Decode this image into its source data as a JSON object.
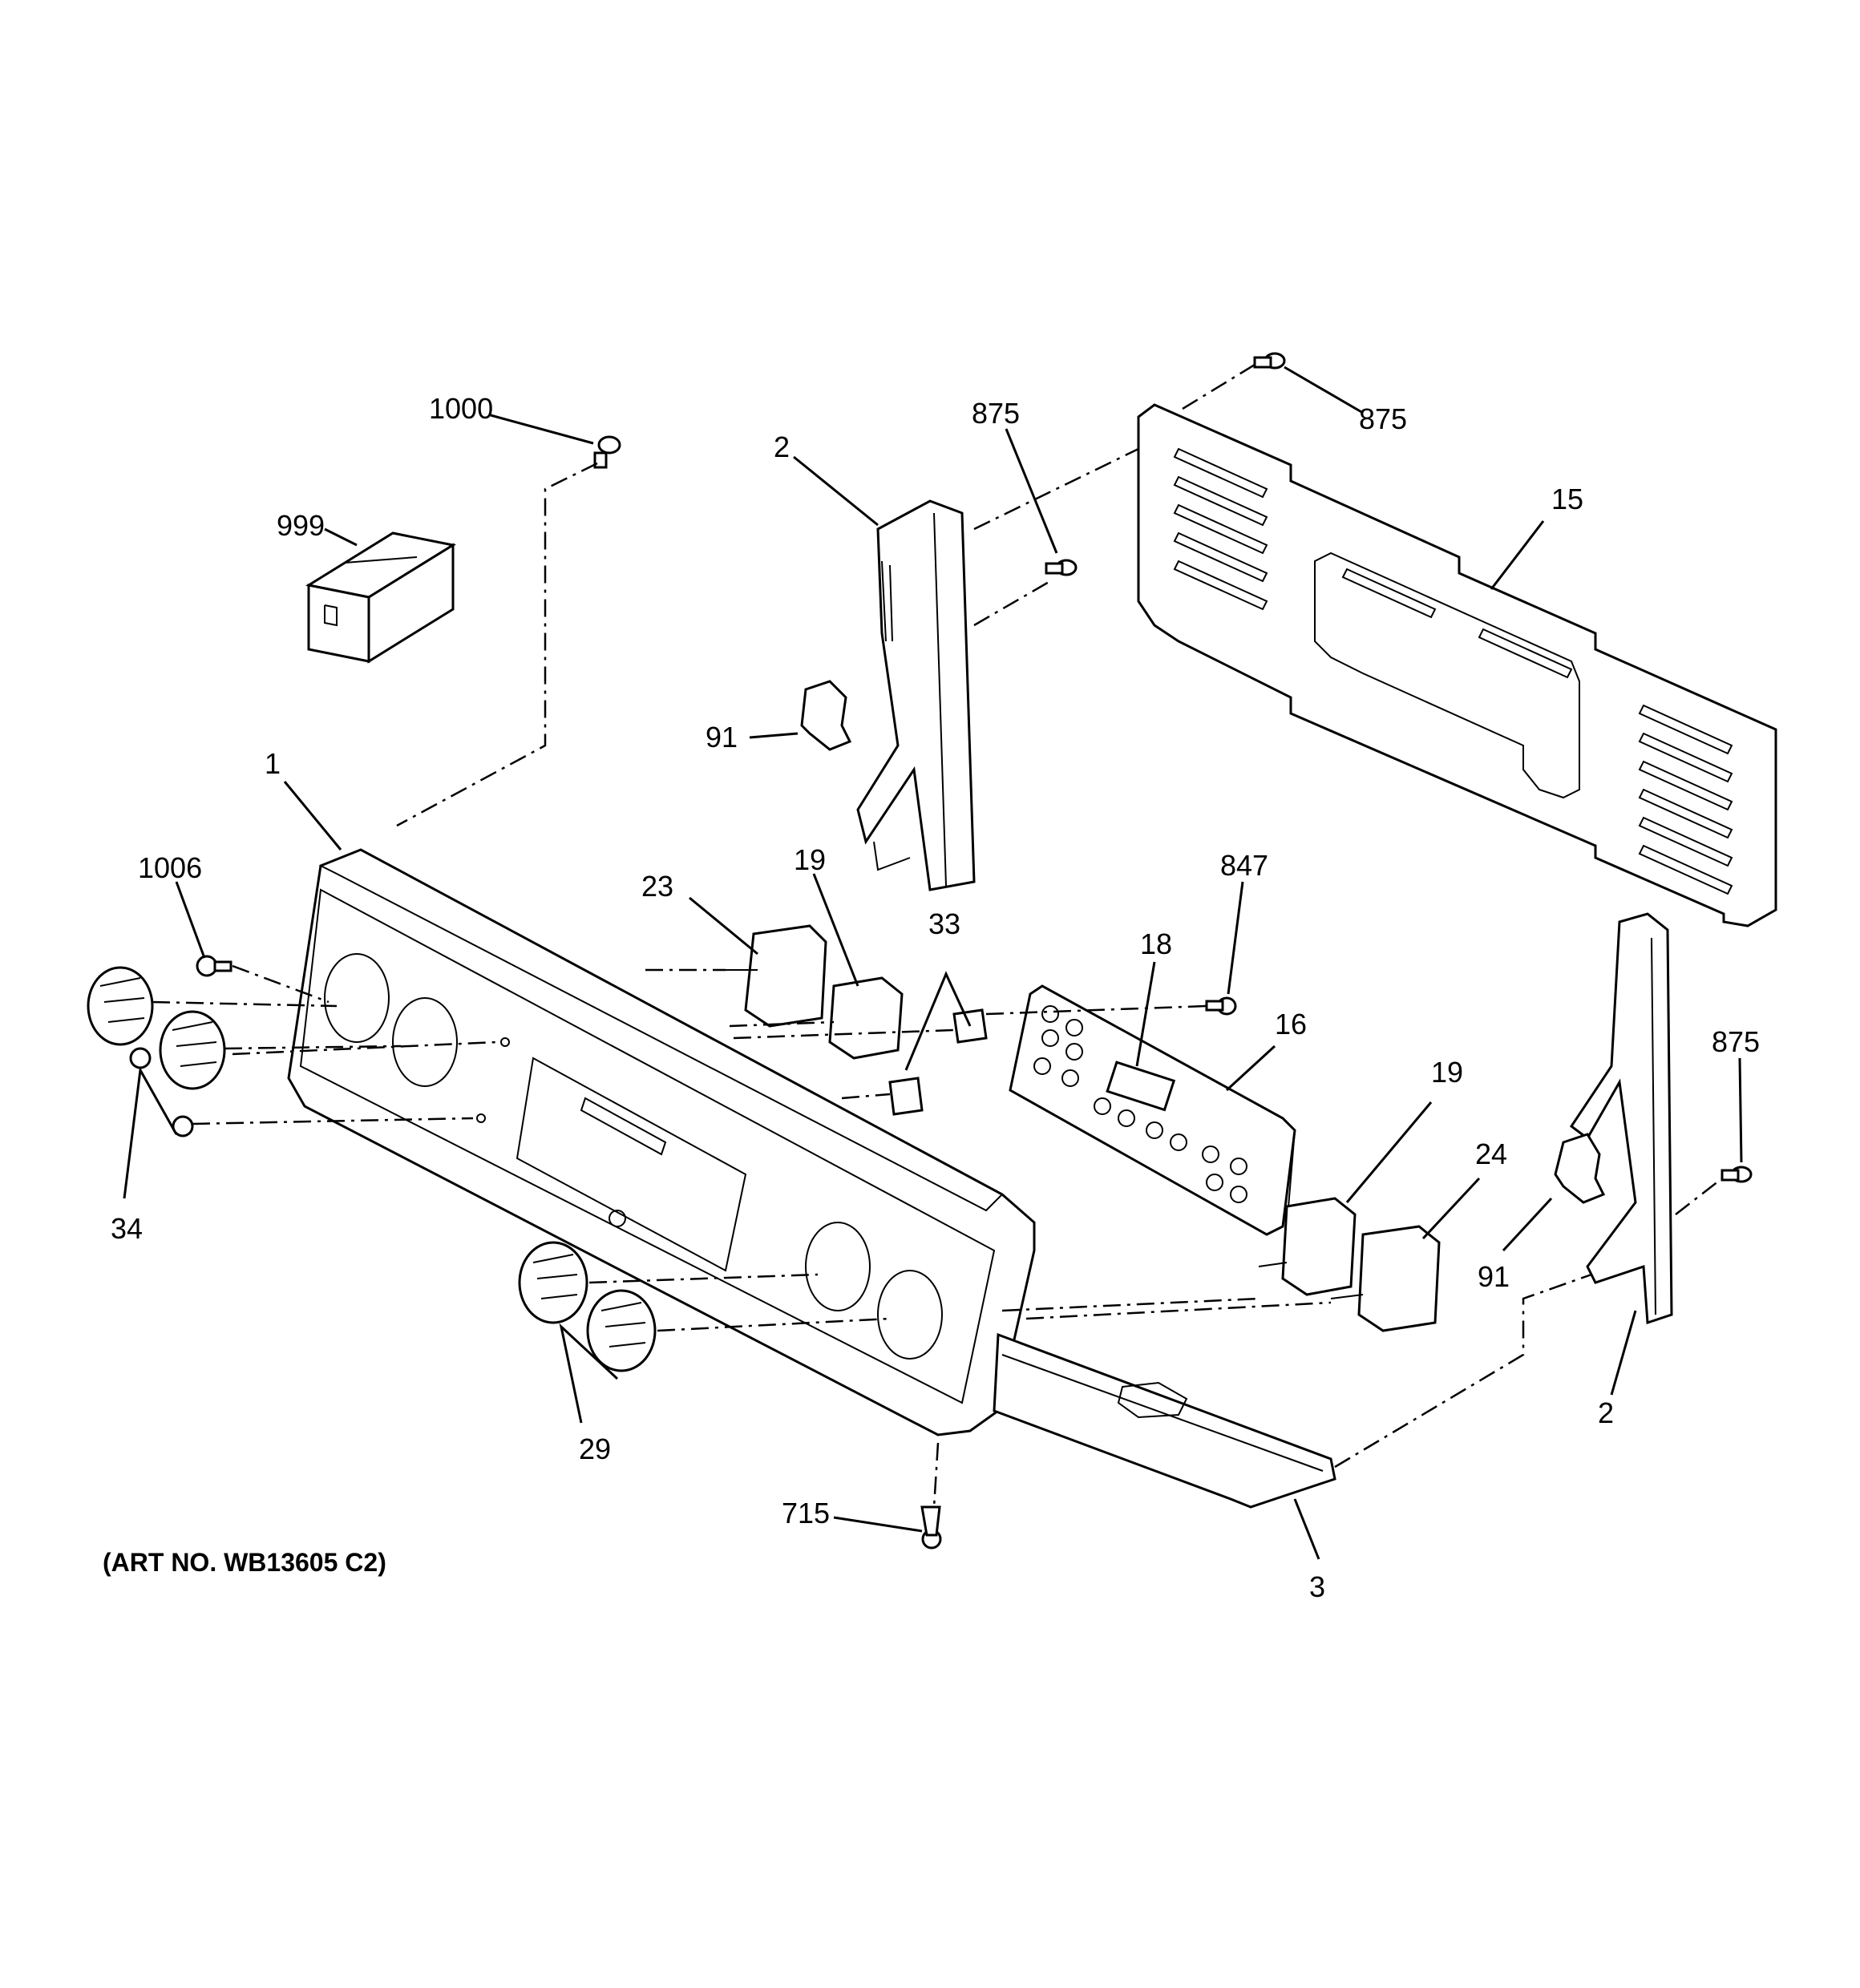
{
  "diagram": {
    "callouts": {
      "c1000": "1000",
      "c999": "999",
      "c2_top": "2",
      "c875_a": "875",
      "c875_b": "875",
      "c15": "15",
      "c91_top": "91",
      "c1": "1",
      "c1006": "1006",
      "c23": "23",
      "c19_a": "19",
      "c33": "33",
      "c847": "847",
      "c18": "18",
      "c16": "16",
      "c875_c": "875",
      "c19_b": "19",
      "c24": "24",
      "c91_right": "91",
      "c34": "34",
      "c29": "29",
      "c715": "715",
      "c3": "3",
      "c2_right": "2"
    },
    "caption": "(ART NO. WB13605 C2)"
  }
}
